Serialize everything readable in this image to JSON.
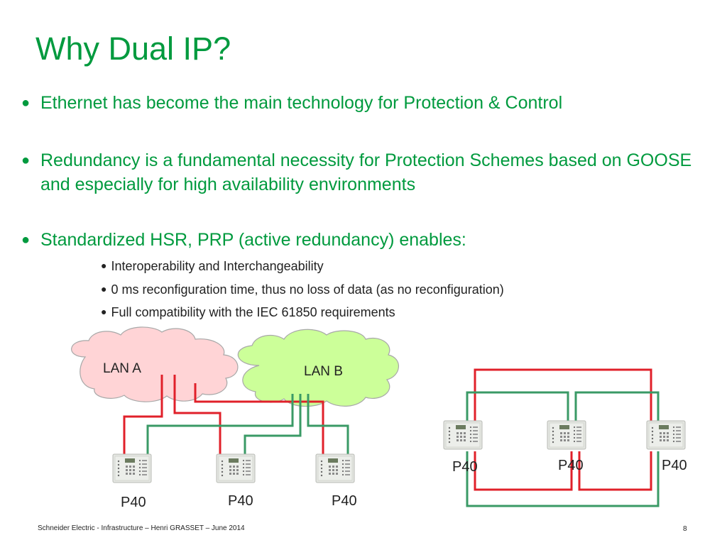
{
  "slide": {
    "title": "Why Dual IP?",
    "bullets": [
      "Ethernet has become the main technology for Protection & Control",
      "Redundancy is a fundamental necessity for Protection Schemes based on GOOSE and especially for high availability environments",
      "Standardized HSR, PRP (active redundancy) enables:"
    ],
    "bullet_marker": "●",
    "sub_bullets": [
      "Interoperability and Interchangeability",
      "0 ms reconfiguration time, thus no loss of data (as no reconfiguration)",
      "Full compatibility with the IEC 61850 requirements"
    ]
  },
  "diagram": {
    "lan_a_label": "LAN A",
    "lan_b_label": "LAN B",
    "prp_device_labels": [
      "P40",
      "P40",
      "P40"
    ],
    "hsr_device_labels": [
      "P40",
      "P40",
      "P40"
    ],
    "colors": {
      "lan_a": "#ffd4d6",
      "lan_b": "#ccff99",
      "red_link": "#e0202a",
      "green_link": "#3a9a66"
    }
  },
  "footer": {
    "text": "Schneider Electric - Infrastructure – Henri GRASSET – June 2014",
    "page_number": "8"
  }
}
